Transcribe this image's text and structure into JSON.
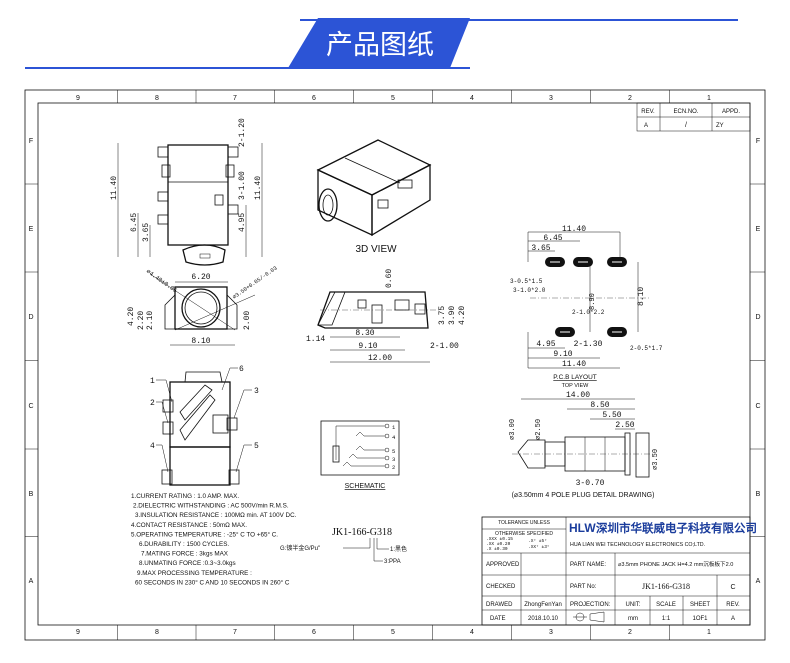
{
  "header": {
    "title": "产品图纸",
    "accent": "#2c54d6"
  },
  "frame": {
    "columns": [
      "9",
      "8",
      "7",
      "6",
      "5",
      "4",
      "3",
      "2",
      "1"
    ],
    "rows": [
      "F",
      "E",
      "D",
      "C",
      "B",
      "A"
    ]
  },
  "revision_table": {
    "headers": [
      "REV.",
      "ECN.NO.",
      "APPD."
    ],
    "row": [
      "A",
      "/",
      "ZY"
    ]
  },
  "views": {
    "top": {
      "dims": [
        "11.40",
        "6.45",
        "3.65",
        "11.40",
        "4.95",
        "3-1.00",
        "2-1.20"
      ]
    },
    "front": {
      "dims": [
        "6.20",
        "⌀4.40±0.05",
        "⌀3.50+0.05/-0.03",
        "4.20",
        "2.20",
        "2.10",
        "2.00",
        "8.10"
      ]
    },
    "iso": {
      "label": "3D VIEW"
    },
    "side": {
      "dims": [
        "0.60",
        "3.75",
        "3.90",
        "4.20",
        "1.14",
        "8.30",
        "9.10",
        "12.00",
        "2-1.00"
      ]
    },
    "pcb": {
      "dims": [
        "11.40",
        "6.45",
        "3.65",
        "8.90",
        "8.10",
        "4.95",
        "2-1.30",
        "9.10",
        "11.40"
      ],
      "pads": [
        "3-0.5*1.5",
        "3-1.0*2.0",
        "2-1.0*2.2",
        "2-0.5*1.7"
      ],
      "title": "P.C.B LAYOUT",
      "subtitle": "TOP VIEW"
    },
    "plug": {
      "dims": [
        "14.00",
        "8.50",
        "5.50",
        "2.50",
        "⌀3.00",
        "⌀2.50",
        "⌀3.50",
        "3-0.70"
      ],
      "caption": "(⌀3.50mm 4 POLE PLUG DETAIL DRAWING)"
    },
    "pins": {
      "labels": [
        "1",
        "2",
        "3",
        "4",
        "5",
        "6"
      ]
    },
    "schematic": {
      "pins": [
        "1",
        "4",
        "5",
        "3",
        "2"
      ],
      "label": "SCHEMATIC"
    }
  },
  "notes": [
    "1.CURRENT RATING : 1.0 AMP. MAX.",
    "2.DIELECTRIC WITHSTANDING : AC 500V/min R.M.S.",
    "3.INSULATION RESISTANCE : 100MΩ min. AT 100V DC.",
    "4.CONTACT RESISTANCE : 50mΩ MAX.",
    "5.OPERATING TEMPERATURE : -25° C TO +65° C.",
    "6.DURABILITY : 1500 CYCLES.",
    "7.MATING FORCE : 3kgs MAX",
    "8.UNMATING FORCE :0.3~3.0kgs",
    "9.MAX PROCESSING TEMPERATURE :",
    "60 SECONDS IN 230° C AND 10 SECONDS IN 260° C"
  ],
  "part_code": {
    "code": "JK1-166-G318",
    "left": "G:镀半金G/Pu\"",
    "right1": "1:黑色",
    "right2": "3:PPA"
  },
  "title_block": {
    "tolerance_title1": "TOLERANCE UNLESS",
    "tolerance_title2": "OTHERWISE SPECIFIED",
    "tol1": ".XXX ±0.15",
    "tol2": ".XX  ±0.20",
    "tol3": ".X   ±0.30",
    "ang1": ".X°  ±5°",
    "ang2": ".XX° ±3°",
    "logo": "HLW",
    "company_cn": "深圳市华联威电子科技有限公司",
    "company_en": "HUA LIAN WEI TECHNOLOGY ELECTRONICS CO;LTD.",
    "approved_label": "APPROVED",
    "checked_label": "CHECKED",
    "drawed_label": "DRAWED",
    "drawed_value": "ZhongFenYan",
    "date_label": "DATE",
    "date_value": "2018.10.10",
    "part_name_label": "PART NAME:",
    "part_name_value": "⌀3.5mm PHONE JACK H=4.2 mm沉板板下2.0",
    "part_no_label": "PART No:",
    "part_no_value": "JK1-166-G318",
    "part_no_rev": "C",
    "projection_label": "PROJECTION:",
    "unit_label": "UNIT:",
    "unit_value": "mm",
    "scale_label": "SCALE",
    "scale_value": "1:1",
    "sheet_label": "SHEET",
    "sheet_value": "1OF1",
    "rev_label": "REV.",
    "rev_value": "A"
  }
}
